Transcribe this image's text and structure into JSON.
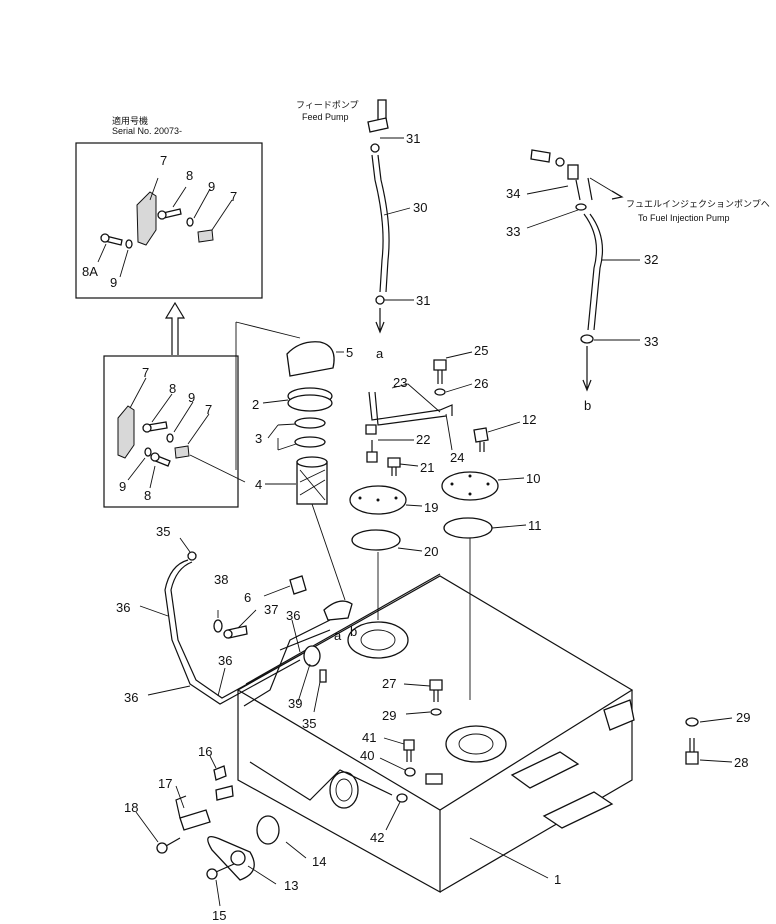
{
  "serial_note": {
    "jp": "適用号機",
    "en": "Serial No. 20073-"
  },
  "feed_pump": {
    "jp": "フィードポンプ",
    "en": "Feed Pump"
  },
  "injection_pump": {
    "jp": "フュエルインジェクションポンプへ",
    "en": "To Fuel Injection Pump"
  },
  "ref_letters": {
    "a_top": "a",
    "b_top": "b",
    "a_tank": "a",
    "b_tank": "b"
  },
  "callouts": {
    "c1": "1",
    "c2": "2",
    "c3": "3",
    "c4": "4",
    "c5": "5",
    "c6": "6",
    "c7a": "7",
    "c7b": "7",
    "c7c": "7",
    "c7d": "7",
    "c8a": "8",
    "c8b": "8",
    "c8c": "8",
    "c8A": "8A",
    "c9a": "9",
    "c9b": "9",
    "c9c": "9",
    "c9d": "9",
    "c10": "10",
    "c11": "11",
    "c12": "12",
    "c13": "13",
    "c14": "14",
    "c15": "15",
    "c16": "16",
    "c17": "17",
    "c18": "18",
    "c19": "19",
    "c20": "20",
    "c21": "21",
    "c22": "22",
    "c23": "23",
    "c24": "24",
    "c25": "25",
    "c26": "26",
    "c27": "27",
    "c28": "28",
    "c29a": "29",
    "c29b": "29",
    "c30": "30",
    "c31a": "31",
    "c31b": "31",
    "c32": "32",
    "c33a": "33",
    "c33b": "33",
    "c34": "34",
    "c35a": "35",
    "c35b": "35",
    "c36a": "36",
    "c36b": "36",
    "c36c": "36",
    "c36d": "36",
    "c37": "37",
    "c38": "38",
    "c39": "39",
    "c40": "40",
    "c41": "41",
    "c42": "42"
  }
}
